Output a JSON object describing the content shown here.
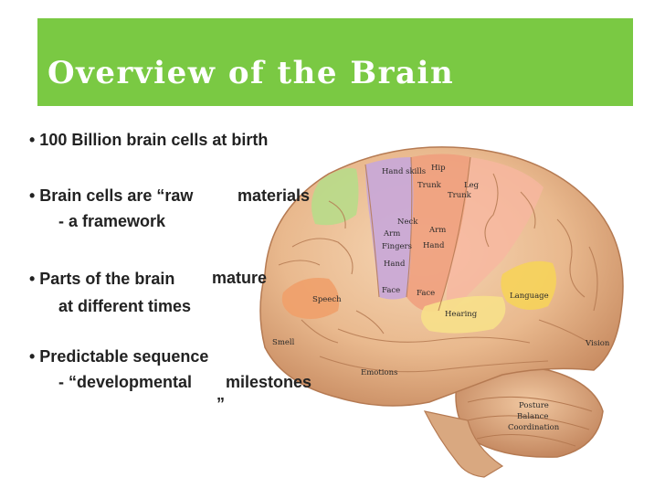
{
  "title": "Overview of the Brain",
  "bullets": {
    "b1": "• 100 Billion brain cells at birth",
    "b2a": "• Brain cells are “raw",
    "b2b": "materials",
    "b2c": "- a framework",
    "b3a": "• Parts of the brain",
    "b3b": "mature",
    "b3c": "at different times",
    "b4a": "• Predictable sequence",
    "b4b": "- “developmental",
    "b4c": "milestones",
    "b4d": "”"
  },
  "brain_labels": {
    "hand_skills": "Hand skills",
    "hip": "Hip",
    "trunk_top": "Trunk",
    "leg": "Leg",
    "trunk2": "Trunk",
    "neck": "Neck",
    "arm_right": "Arm",
    "arm_left": "Arm",
    "fingers": "Fingers",
    "hand_left": "Hand",
    "hand_mid": "Hand",
    "face_left": "Face",
    "face_right": "Face",
    "speech": "Speech",
    "language": "Language",
    "hearing": "Hearing",
    "smell": "Smell",
    "vision": "Vision",
    "emotions": "Emotions",
    "posture": "Posture",
    "balance": "Balance",
    "coordination": "Coordination"
  },
  "colors": {
    "title_bar": "#7ac943",
    "title_text": "#ffffff",
    "body_text": "#222222"
  }
}
